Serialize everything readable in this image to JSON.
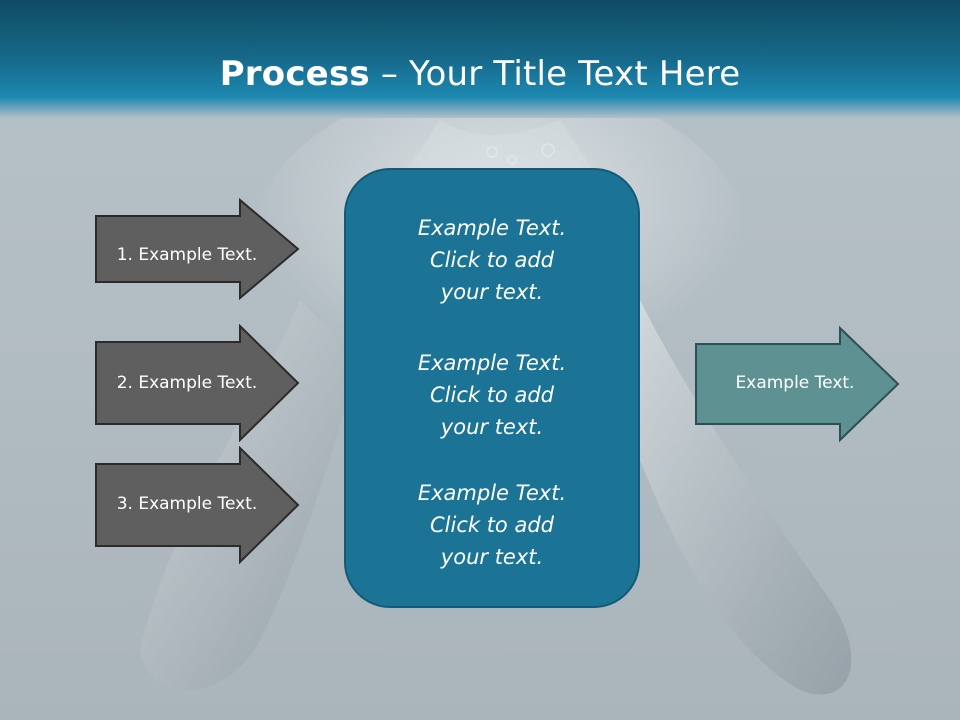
{
  "slide": {
    "title_bold": "Process",
    "title_rest": " – Your Title Text Here"
  },
  "left_arrows": [
    {
      "label": "1. Example Text."
    },
    {
      "label": "2. Example Text."
    },
    {
      "label": "3. Example Text."
    }
  ],
  "center_box": {
    "paragraphs": [
      {
        "line1": "Example Text.",
        "line2": "Click  to add",
        "line3": "your text."
      },
      {
        "line1": "Example Text.",
        "line2": "Click  to add",
        "line3": "your text."
      },
      {
        "line1": "Example Text.",
        "line2": "Click  to add",
        "line3": "your text."
      }
    ]
  },
  "right_arrow": {
    "label": "Example Text."
  },
  "colors": {
    "header": "#16698a",
    "left_arrow_fill": "#5f5f5f",
    "center_box_fill": "#1b7495",
    "right_arrow_fill": "#5e9192"
  }
}
